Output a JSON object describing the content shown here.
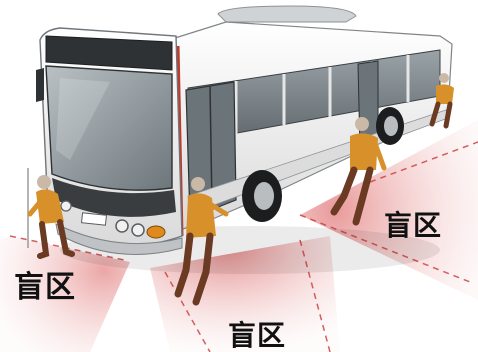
{
  "labels": {
    "left": "盲区",
    "right": "盲区",
    "bottom": "盲区"
  },
  "colors": {
    "zone_fill": "#f2b8b8",
    "zone_edge": "#c83a3a",
    "bus_body": "#f4f4f4",
    "bus_dark": "#2f3234",
    "glass": "#8e979c",
    "person_shirt": "#d8902a",
    "person_pants": "#6a3a22"
  },
  "icons": {
    "bus": "bus-icon",
    "pedestrian": "pedestrian-icon"
  }
}
